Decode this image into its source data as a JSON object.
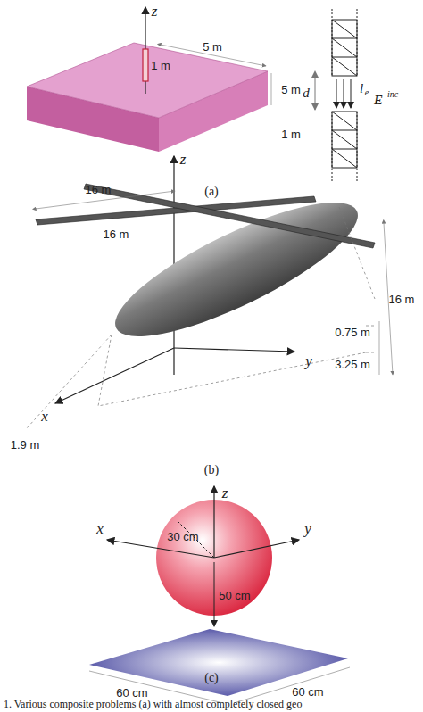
{
  "diagram": {
    "caption": "1.   Various composite problems (a) with almost completely closed geo",
    "labels": [
      "z",
      "5 m",
      "1 m",
      "5 m",
      "1 m",
      "d",
      "l",
      "e",
      "E",
      "inc",
      "(a)",
      "z",
      "16 m",
      "16 m",
      "16 m",
      "0.75 m",
      "3.25 m",
      "y",
      "x",
      "1.9 m",
      "(b)",
      "z",
      "30 cm",
      "x",
      "y",
      "50 cm",
      "60 cm",
      "60 cm",
      "(c)"
    ]
  }
}
